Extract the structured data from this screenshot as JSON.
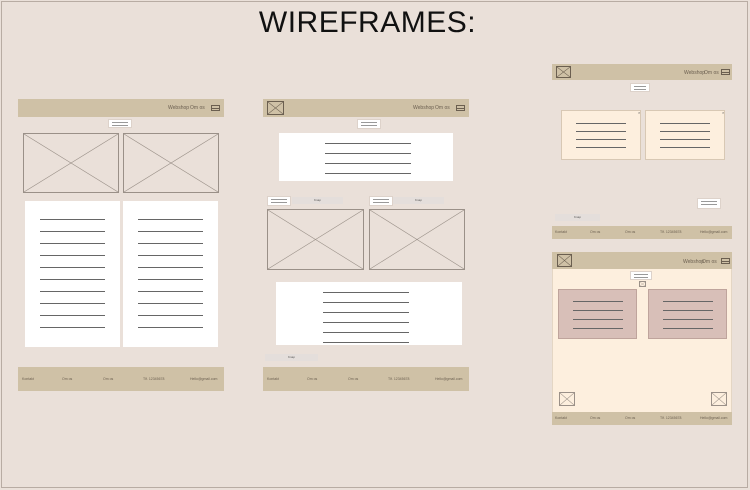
{
  "title": "WIREFRAMES:",
  "nav": {
    "link1": "Webshop",
    "link2": "Om os"
  },
  "footer": {
    "col1": "Kontakt",
    "col2": "Om os",
    "col3": "Om os",
    "col4": "Tlf. 12345678",
    "col5": "Hello@gmail.com"
  },
  "button_label": "Knap",
  "colors": {
    "background": "#eae0d9",
    "bar": "#cfc1a6",
    "cream": "#fdefde",
    "pink": "#d8bfb8"
  }
}
